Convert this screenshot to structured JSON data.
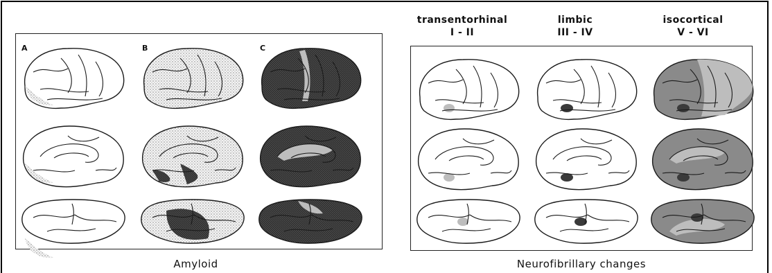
{
  "amyloid": {
    "labels": [
      "A",
      "B",
      "C"
    ],
    "caption": "Amyloid"
  },
  "neurofibrillary": {
    "stages": [
      {
        "name": "transentorhinal",
        "roman": "I - II"
      },
      {
        "name": "limbic",
        "roman": "III - IV"
      },
      {
        "name": "isocortical",
        "roman": "V - VI"
      }
    ],
    "caption": "Neurofibrillary changes"
  },
  "colors": {
    "light_dots": "#f1f1f1",
    "medium_gray": "#bdbdbd",
    "dark_gray": "#8a8a8a",
    "very_dark": "#3a3a3a",
    "outline": "#1a1a1a"
  }
}
